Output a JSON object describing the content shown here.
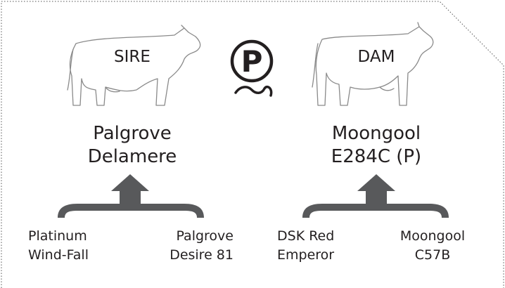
{
  "sire": {
    "label": "SIRE",
    "name_line1": "Palgrove",
    "name_line2": "Delamere",
    "parents": [
      {
        "line1": "Platinum",
        "line2": "Wind-Fall"
      },
      {
        "line1": "Palgrove",
        "line2": "Desire 81"
      }
    ]
  },
  "dam": {
    "label": "DAM",
    "name_line1": "Moongool",
    "name_line2": "E284C (P)",
    "parents": [
      {
        "line1": "DSK Red",
        "line2": "Emperor"
      },
      {
        "line1": "Moongool",
        "line2": "C57B"
      }
    ]
  },
  "poll_symbol": {
    "letter": "P",
    "icon": "polled-symbol-icon"
  },
  "colors": {
    "ink": "#231f20",
    "arrow": "#58595b",
    "outline": "#7a7a7a",
    "border": "#555555"
  }
}
